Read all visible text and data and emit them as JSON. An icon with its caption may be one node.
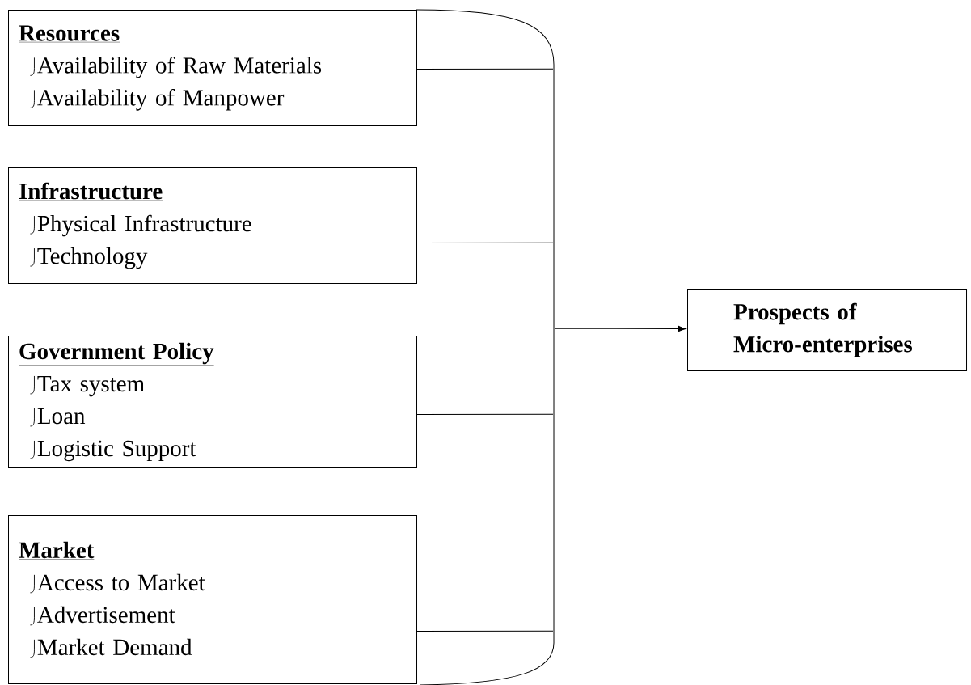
{
  "diagram": {
    "nodes": [
      {
        "text": [
          "Resources",
          "Availability of Raw Materials",
          "Availability of Manpower"
        ]
      },
      {
        "text": [
          "Infrastructure",
          "Physical Infrastructure",
          "Technology"
        ]
      },
      {
        "text": [
          "Government Policy",
          "Tax system",
          "Loan",
          "Logistic Support"
        ]
      },
      {
        "text": [
          "Market",
          "Access to Market",
          "Advertisement",
          "Market Demand"
        ]
      },
      {
        "text": [],
        "shape": "bracket"
      },
      {
        "text": [
          "Prospects of Micro-enterprises"
        ]
      }
    ],
    "edges": [
      {
        "from": 0,
        "to": 4,
        "arrow": "none"
      },
      {
        "from": 1,
        "to": 4,
        "arrow": "none"
      },
      {
        "from": 2,
        "to": 4,
        "arrow": "none"
      },
      {
        "from": 3,
        "to": 4,
        "arrow": "none"
      },
      {
        "from": 4,
        "to": 5,
        "arrow": "to"
      }
    ]
  }
}
